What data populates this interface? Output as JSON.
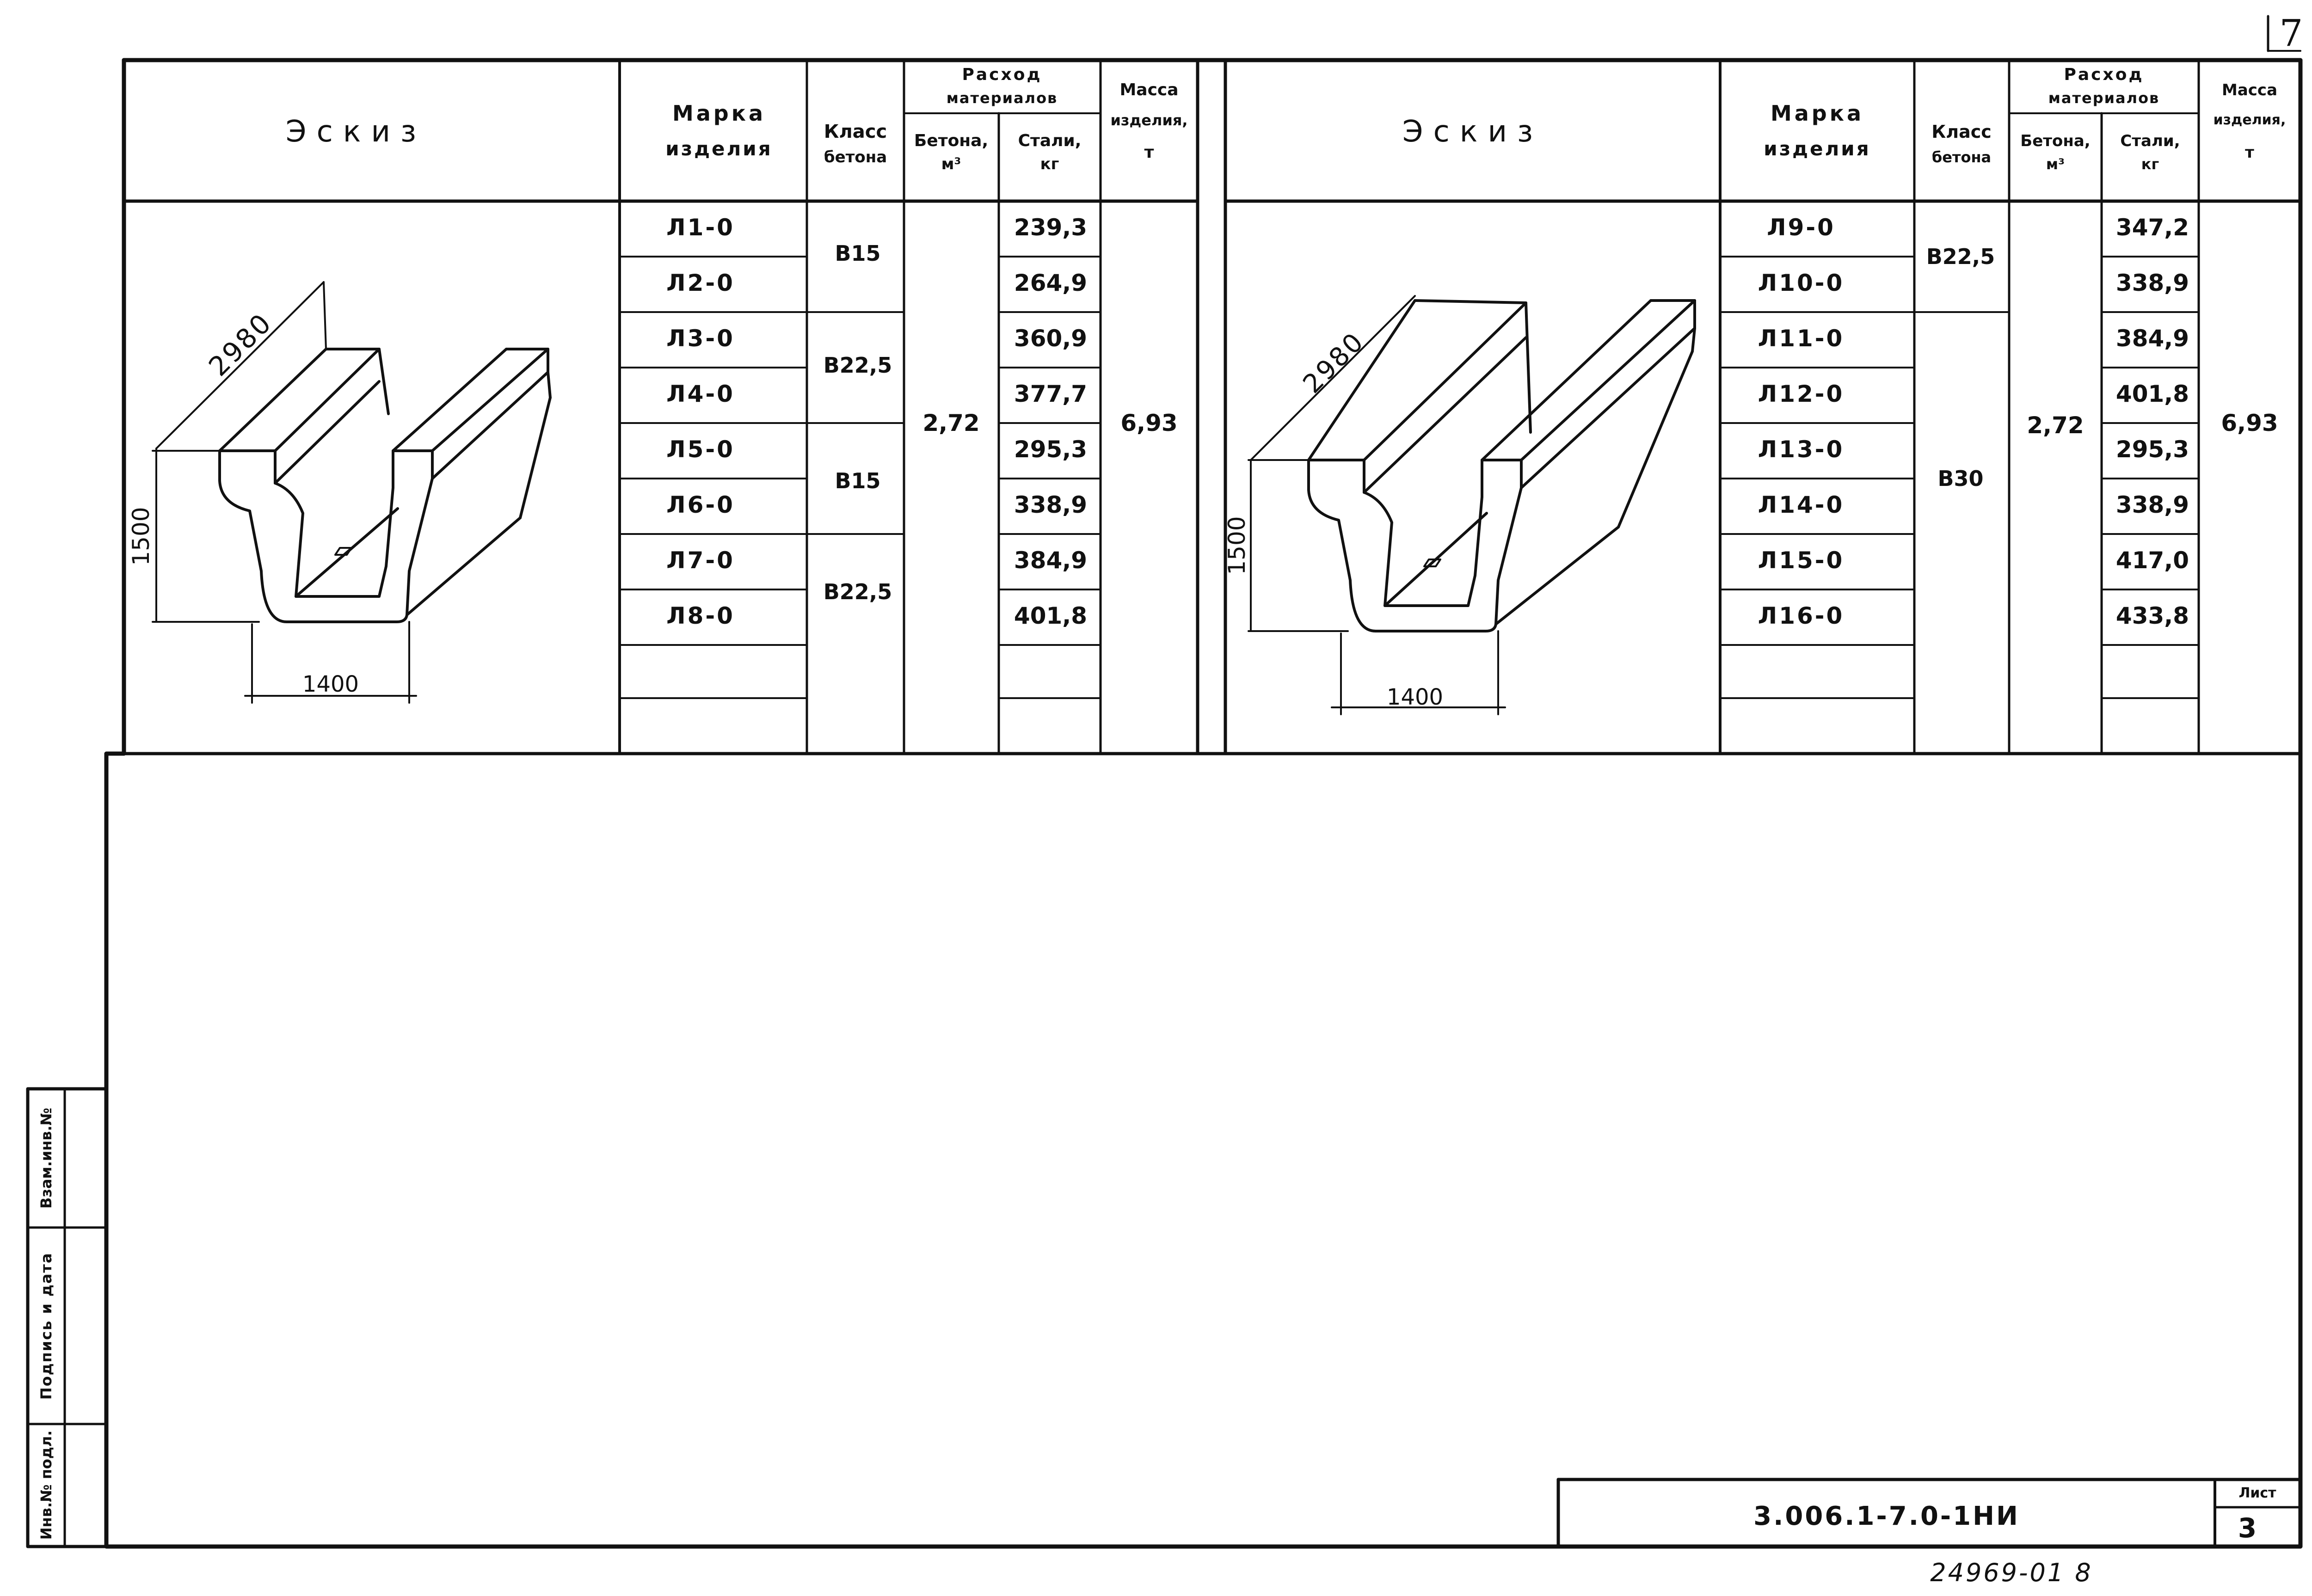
{
  "page_corner_number": "7",
  "tables": [
    {
      "headers": {
        "sketch": "Эскиз",
        "mark": [
          "Марка",
          "изделия"
        ],
        "class": [
          "Класс",
          "бетона"
        ],
        "consumption": [
          "Расход",
          "материалов"
        ],
        "concrete": [
          "Бетона,",
          "м³"
        ],
        "steel": [
          "Стали,",
          "кг"
        ],
        "mass": [
          "Масса",
          "изделия,",
          "т"
        ]
      },
      "sketch_dims": {
        "length": "2980",
        "height": "1500",
        "width": "1400"
      },
      "marks": [
        "Л1-0",
        "Л2-0",
        "Л3-0",
        "Л4-0",
        "Л5-0",
        "Л6-0",
        "Л7-0",
        "Л8-0"
      ],
      "classes": [
        "B15",
        "B22,5",
        "B15",
        "B22,5"
      ],
      "concrete_value": "2,72",
      "steel": [
        "239,3",
        "264,9",
        "360,9",
        "377,7",
        "295,3",
        "338,9",
        "384,9",
        "401,8"
      ],
      "mass_value": "6,93"
    },
    {
      "headers": {
        "sketch": "Эскиз",
        "mark": [
          "Марка",
          "изделия"
        ],
        "class": [
          "Класс",
          "бетона"
        ],
        "consumption": [
          "Расход",
          "материалов"
        ],
        "concrete": [
          "Бетона,",
          "м³"
        ],
        "steel": [
          "Стали,",
          "кг"
        ],
        "mass": [
          "Масса",
          "изделия,",
          "т"
        ]
      },
      "sketch_dims": {
        "length": "2980",
        "height": "1500",
        "width": "1400"
      },
      "marks": [
        "Л9-0",
        "Л10-0",
        "Л11-0",
        "Л12-0",
        "Л13-0",
        "Л14-0",
        "Л15-0",
        "Л16-0"
      ],
      "classes": [
        "B22,5",
        "B30"
      ],
      "concrete_value": "2,72",
      "steel": [
        "347,2",
        "338,9",
        "384,9",
        "401,8",
        "295,3",
        "338,9",
        "417,0",
        "433,8"
      ],
      "mass_value": "6,93"
    }
  ],
  "side_stamp": [
    "Инв.№ подл.",
    "Подпись и дата",
    "Взам.инв.№"
  ],
  "title_block": {
    "doc_code": "3.006.1-7.0-1НИ",
    "sheet_label": "Лист",
    "sheet_number": "3"
  },
  "archive_number": "24969-01  8"
}
